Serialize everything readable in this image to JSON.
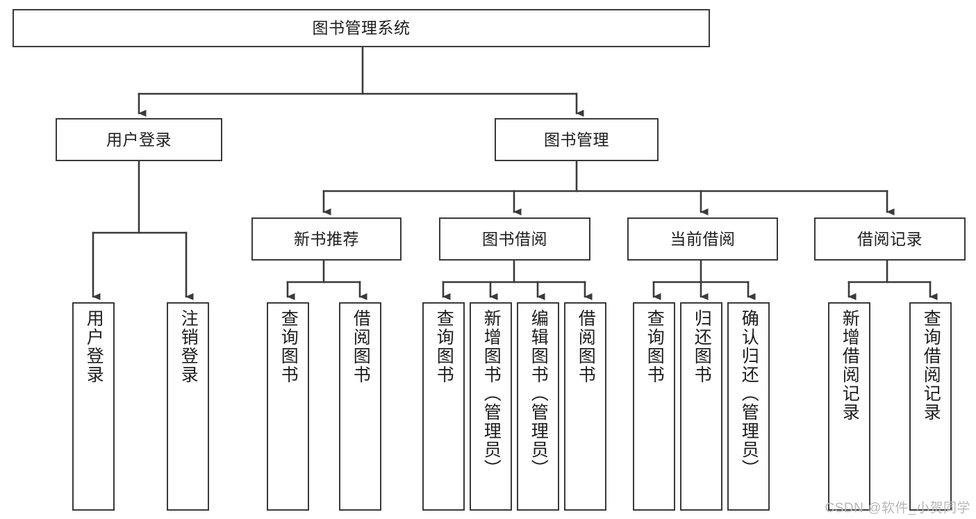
{
  "diagram": {
    "type": "hierarchy-tree",
    "title": "图书管理系统",
    "watermark": "CSDN @软件_小贺同学",
    "colors": {
      "stroke": "#3a3a3a",
      "fill": "#ffffff",
      "text": "#1d1d1d",
      "watermark": "#b7b7b7"
    },
    "nodes": {
      "root": "图书管理系统",
      "level2": [
        "用户登录",
        "图书管理"
      ],
      "level3": [
        "新书推荐",
        "图书借阅",
        "当前借阅",
        "借阅记录"
      ],
      "leaves": {
        "user_login": [
          "用户登录",
          "注销登录"
        ],
        "new_book_rec": [
          "查询图书",
          "借阅图书"
        ],
        "book_borrow": [
          "查询图书",
          "新增图书（管理员）",
          "编辑图书（管理员）",
          "借阅图书"
        ],
        "current_borrow": [
          "查询图书",
          "归还图书",
          "确认归还（管理员）"
        ],
        "borrow_record": [
          "新增借阅记录",
          "查询借阅记录"
        ]
      }
    },
    "edges": [
      {
        "from": "图书管理系统",
        "to": "用户登录"
      },
      {
        "from": "图书管理系统",
        "to": "图书管理"
      },
      {
        "from": "图书管理",
        "to": "新书推荐"
      },
      {
        "from": "图书管理",
        "to": "图书借阅"
      },
      {
        "from": "图书管理",
        "to": "当前借阅"
      },
      {
        "from": "图书管理",
        "to": "借阅记录"
      },
      {
        "from": "用户登录",
        "to": "用户登录"
      },
      {
        "from": "用户登录",
        "to": "注销登录"
      },
      {
        "from": "新书推荐",
        "to": "查询图书"
      },
      {
        "from": "新书推荐",
        "to": "借阅图书"
      },
      {
        "from": "图书借阅",
        "to": "查询图书"
      },
      {
        "from": "图书借阅",
        "to": "新增图书（管理员）"
      },
      {
        "from": "图书借阅",
        "to": "编辑图书（管理员）"
      },
      {
        "from": "图书借阅",
        "to": "借阅图书"
      },
      {
        "from": "当前借阅",
        "to": "查询图书"
      },
      {
        "from": "当前借阅",
        "to": "归还图书"
      },
      {
        "from": "当前借阅",
        "to": "确认归还（管理员）"
      },
      {
        "from": "借阅记录",
        "to": "新增借阅记录"
      },
      {
        "from": "借阅记录",
        "to": "查询借阅记录"
      }
    ]
  }
}
